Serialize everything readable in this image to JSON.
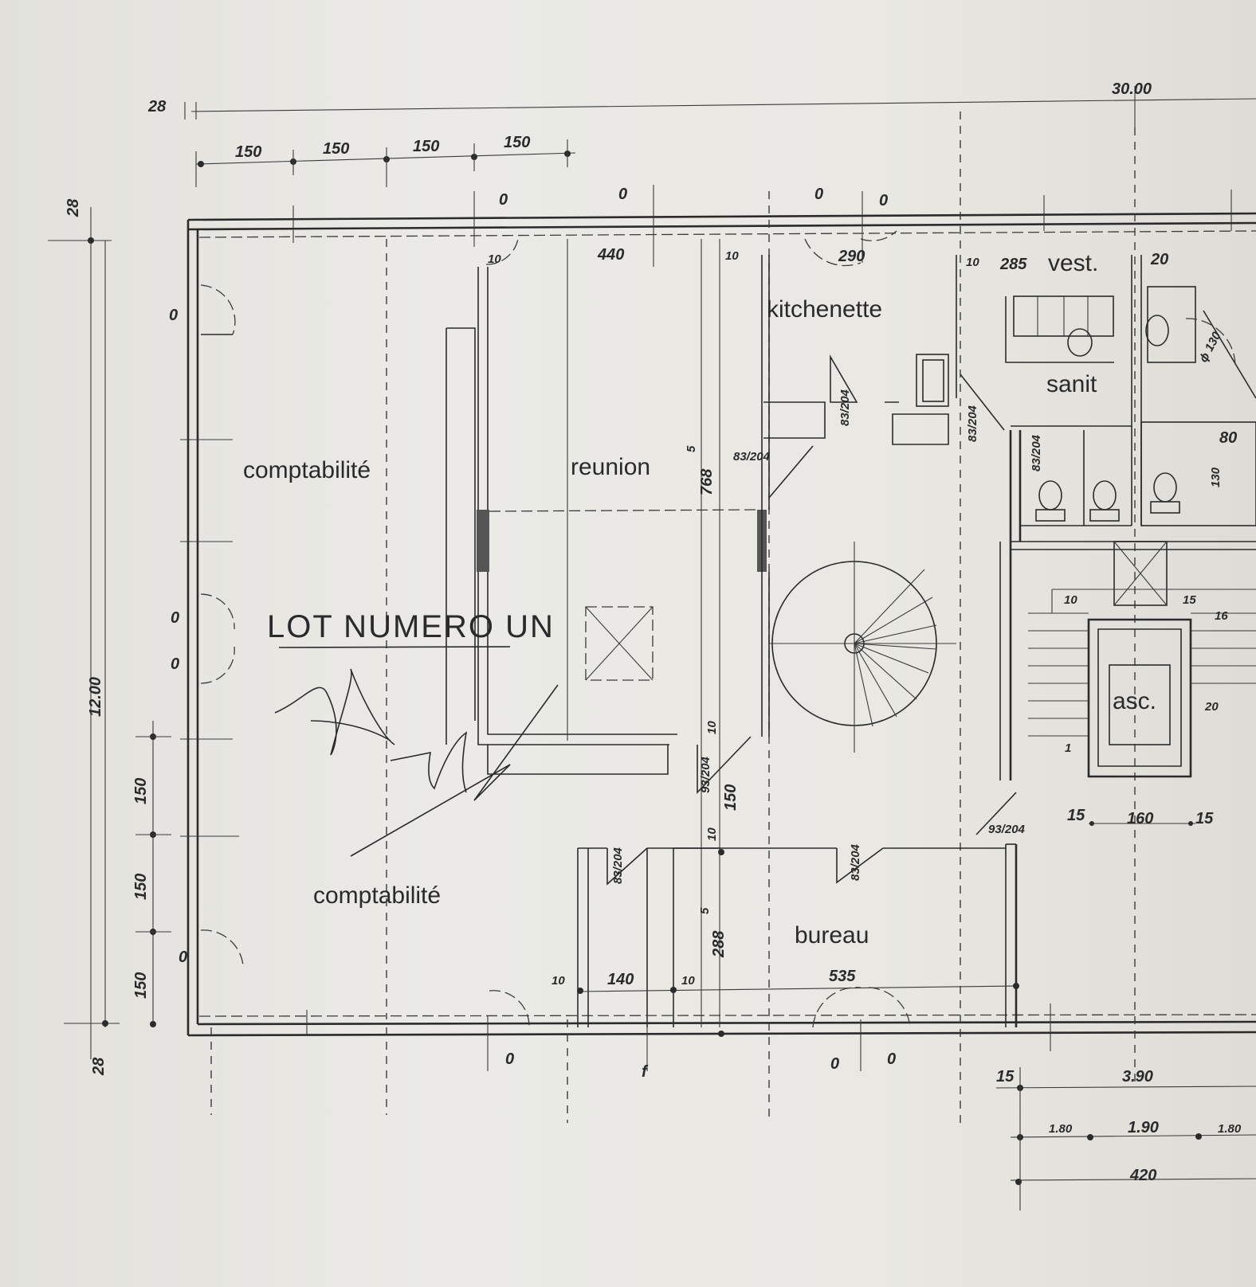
{
  "rooms": {
    "comptabilite_1": "comptabilité",
    "comptabilite_2": "comptabilité",
    "reunion": "reunion",
    "kitchenette": "kitchenette",
    "sanit": "sanit",
    "vest": "vest.",
    "asc": "asc.",
    "bureau": "bureau"
  },
  "annotation": "LOT NUMERO UN",
  "dimensions": {
    "overall_width": "30.00",
    "overall_depth": "12.00",
    "wall_28_top": "28",
    "wall_28_left": "28",
    "wall_28_bottom": "28",
    "bay_150": "150",
    "reunion_depth": "768",
    "reunion_depth_sup": "5",
    "opening_440": "440",
    "opening_290": "290",
    "opening_285": "285",
    "ten": "10",
    "twenty_bath": "20",
    "kitchen_door_a": "83/204",
    "kitchen_door_b": "83/204",
    "reunion_door": "83/204",
    "sanit_door": "83/204",
    "bureau_door_left": "83/204",
    "bureau_door_right": "83/204",
    "corridor_door": "93/204",
    "lower_door": "93/204",
    "shower_diameter": "ϕ 130",
    "wc_80": "80",
    "wc_130": "130",
    "stair_10": "10",
    "stair_15": "15",
    "stair_16": "16",
    "stair_20": "20",
    "stair_1": "1",
    "lift_15": "15",
    "lift_160": "160",
    "depth_150": "150",
    "bureau_width": "535",
    "bureau_140": "140",
    "bureau_depth": "288",
    "bureau_depth_sup": "5",
    "bottom_15": "15",
    "stair_390": "3.90",
    "stair_180_left": "1.80",
    "stair_190": "1.90",
    "stair_180_right": "1.80",
    "stair_420": "420",
    "window_o": "0",
    "f_mark": "f"
  }
}
